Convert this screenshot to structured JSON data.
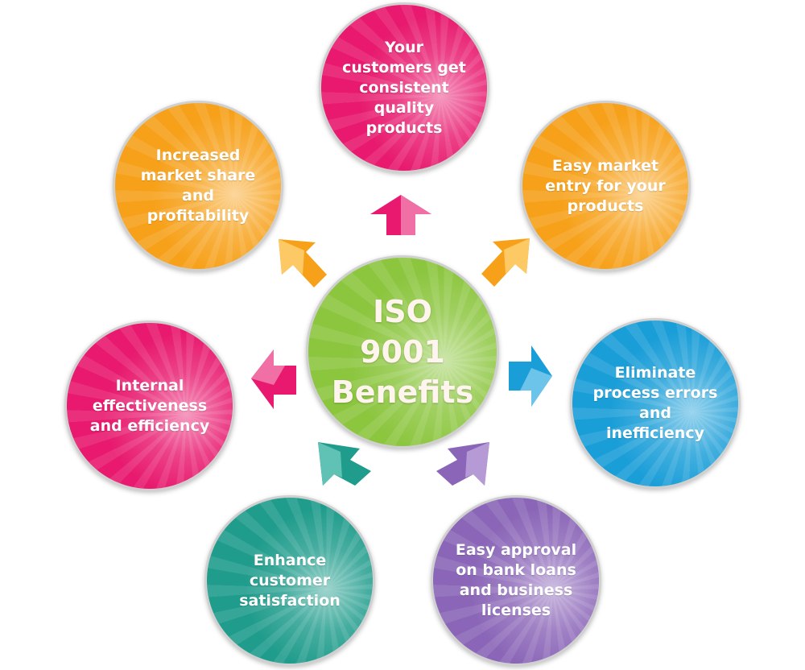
{
  "center": {
    "label": "ISO\n9001\nBenefits",
    "color": "#8cc63f"
  },
  "benefits": [
    {
      "label": "Your\ncustomers get\nconsistent\nquality\nproducts",
      "color": "#e8196e",
      "icon": "up-arrow-icon"
    },
    {
      "label": "Easy market\nentry for your\nproducts",
      "color": "#f7a11a",
      "icon": "up-right-arrow-icon"
    },
    {
      "label": "Eliminate\nprocess errors\nand\ninefficiency",
      "color": "#1a9ed8",
      "icon": "right-arrow-icon"
    },
    {
      "label": "Easy approval\non bank loans\nand business\nlicenses",
      "color": "#8b66b8",
      "icon": "down-right-arrow-icon"
    },
    {
      "label": "Enhance\ncustomer\nsatisfaction",
      "color": "#1f9c8c",
      "icon": "down-left-arrow-icon"
    },
    {
      "label": "Internal\neffectiveness\nand efficiency",
      "color": "#e8196e",
      "icon": "left-arrow-icon"
    },
    {
      "label": "Increased\nmarket share\nand\nprofitability",
      "color": "#f7a11a",
      "icon": "up-left-arrow-icon"
    }
  ]
}
